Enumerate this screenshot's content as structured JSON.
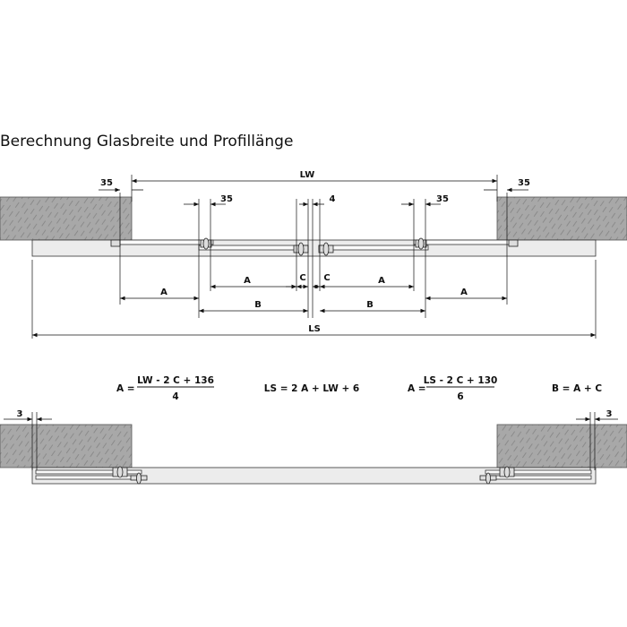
{
  "title": "Berechnung Glasbreite und Profillänge",
  "labels": {
    "lw": "LW",
    "ls": "LS",
    "d35_left": "35",
    "d35_inner_left": "35",
    "d4": "4",
    "d35_inner_right": "35",
    "d35_right": "35",
    "a": "A",
    "b": "B",
    "c": "C",
    "d3": "3"
  },
  "formulas": {
    "f1_lhs": "A =",
    "f1_num": "LW -  2 C  + 136",
    "f1_den": "4",
    "f2": "LS = 2 A + LW + 6",
    "f3_lhs": "A =",
    "f3_num": "LS - 2 C + 130",
    "f3_den": "6",
    "f4": "B = A + C"
  },
  "colors": {
    "wall": "#a9a9a9",
    "rail": "#ececec",
    "line": "#111111"
  }
}
